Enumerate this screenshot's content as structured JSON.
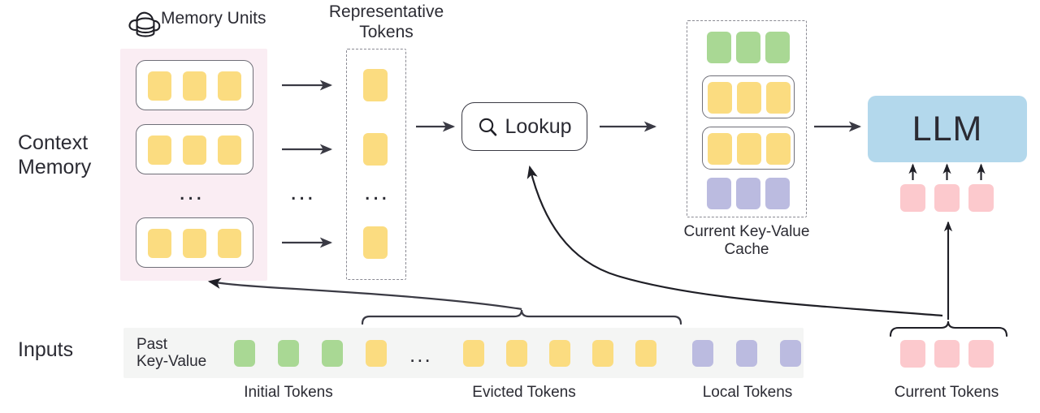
{
  "colors": {
    "token_yellow": "#FBDC80",
    "token_green": "#A9D894",
    "token_purple": "#BBBBE0",
    "token_pink": "#FCC9CD",
    "llm_blue": "#B3D8EC",
    "context_panel_pink": "#FAEDF3",
    "inputs_strip_gray": "#F4F5F4",
    "stroke_dark": "#3a3a44",
    "stroke_gray": "#8a8a93"
  },
  "labels": {
    "context_memory": "Context\nMemory",
    "inputs": "Inputs",
    "memory_units": "Memory Units",
    "representative_tokens": "Representative\nTokens",
    "current_kv_cache": "Current Key-Value\nCache",
    "past_key_value": "Past\nKey-Value",
    "initial_tokens": "Initial Tokens",
    "evicted_tokens": "Evicted Tokens",
    "local_tokens": "Local Tokens",
    "current_tokens": "Current Tokens",
    "lookup": "Lookup",
    "llm": "LLM",
    "ellipsis": "..."
  },
  "icons": {
    "cloud_database": "cloud-database-icon",
    "magnifier": "search-icon"
  },
  "context_memory": {
    "unit_count_shown": 3,
    "tokens_per_unit": 3,
    "token_color": "#FBDC80",
    "has_ellipsis": true
  },
  "representative_tokens": {
    "token_count_shown": 3,
    "token_color": "#FBDC80",
    "has_ellipsis": true,
    "border_style": "dashed"
  },
  "kv_cache": {
    "border_style": "dashed",
    "rows": [
      {
        "name": "initial",
        "color": "#A9D894",
        "count": 3,
        "grouped": false
      },
      {
        "name": "retrieved-a",
        "color": "#FBDC80",
        "count": 3,
        "grouped": true
      },
      {
        "name": "retrieved-b",
        "color": "#FBDC80",
        "count": 3,
        "grouped": true
      },
      {
        "name": "local",
        "color": "#BBBBE0",
        "count": 3,
        "grouped": false
      }
    ]
  },
  "llm_inputs": {
    "token_color": "#FCC9CD",
    "count": 3,
    "arrow_count": 3
  },
  "inputs_row": {
    "segments": [
      {
        "name": "initial-tokens",
        "color": "#A9D894",
        "count": 3,
        "caption": "Initial Tokens"
      },
      {
        "name": "evicted-head",
        "color": "#FBDC80",
        "count": 1,
        "caption": ""
      },
      {
        "name": "evicted-tail",
        "color": "#FBDC80",
        "count": 5,
        "caption": "Evicted Tokens"
      },
      {
        "name": "local-tokens",
        "color": "#BBBBE0",
        "count": 3,
        "caption": "Local Tokens"
      }
    ],
    "ellipsis_after_index": 1
  },
  "current_tokens": {
    "color": "#FCC9CD",
    "count": 3,
    "caption": "Current Tokens"
  }
}
